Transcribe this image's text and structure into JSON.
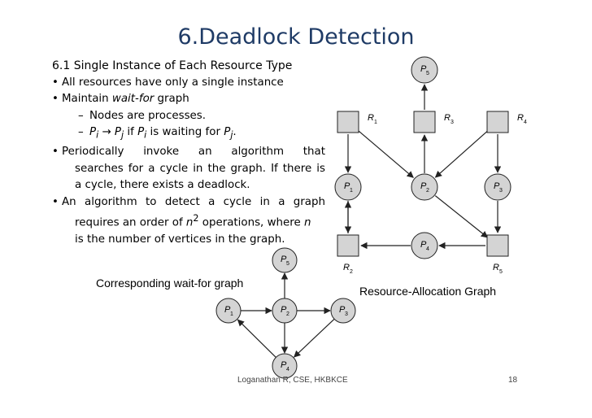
{
  "slide": {
    "title": "6.Deadlock Detection",
    "subtitle": "6.1 Single Instance of Each Resource Type",
    "bullets": {
      "b1": "All resources have only a single instance",
      "b2_pre": "Maintain ",
      "b2_italic": "wait-for",
      "b2_post": " graph",
      "sub1": "Nodes are processes.",
      "sub2_i": "i",
      "sub2_arrow": " → ",
      "sub2_j": "j",
      "sub2_mid": " if ",
      "sub2_waiting": " is waiting for ",
      "b3_l1": "Periodically invoke an algorithm that",
      "b3_l2": "searches for a cycle in the graph. If there is",
      "b3_l3": "a cycle, there exists a deadlock.",
      "b4_l1": "An algorithm to detect a cycle in a graph",
      "b4_l2a": "requires an order of ",
      "b4_l2n": "n",
      "b4_l2sup": "2",
      "b4_l2b": " operations, where ",
      "b4_l2n2": "n",
      "b4_l3": "is the number of vertices in the graph."
    },
    "symbols": {
      "bullet": "•",
      "dash": "–",
      "P": "P"
    },
    "resource_graph_caption": "Resource-Allocation Graph",
    "waitfor_graph_caption": "Corresponding wait-for graph",
    "footer_author": "Loganathan R, CSE, HKBKCE",
    "page_number": "18",
    "colors": {
      "title": "#1f3b66",
      "resource_fill": "#d4d4d4",
      "stroke": "#222222"
    }
  },
  "resource_graph": {
    "processes": [
      {
        "id": "P5",
        "letter": "P",
        "sub": "5"
      },
      {
        "id": "P1",
        "letter": "P",
        "sub": "1"
      },
      {
        "id": "P2",
        "letter": "P",
        "sub": "2"
      },
      {
        "id": "P3",
        "letter": "P",
        "sub": "3"
      },
      {
        "id": "P4",
        "letter": "P",
        "sub": "4"
      }
    ],
    "resources": [
      {
        "id": "R1",
        "letter": "R",
        "sub": "1"
      },
      {
        "id": "R3",
        "letter": "R",
        "sub": "3"
      },
      {
        "id": "R4",
        "letter": "R",
        "sub": "4"
      },
      {
        "id": "R2",
        "letter": "R",
        "sub": "2"
      },
      {
        "id": "R5",
        "letter": "R",
        "sub": "5"
      }
    ],
    "edges": [
      [
        "R1",
        "P1"
      ],
      [
        "R1",
        "P2"
      ],
      [
        "R3",
        "P5"
      ],
      [
        "P2",
        "R3"
      ],
      [
        "R4",
        "P2"
      ],
      [
        "R4",
        "P3"
      ],
      [
        "P3",
        "R5"
      ],
      [
        "R5",
        "P4"
      ],
      [
        "P4",
        "R2"
      ],
      [
        "R2",
        "P1"
      ],
      [
        "P2",
        "R5"
      ],
      [
        "P1",
        "R2"
      ]
    ]
  },
  "waitfor_graph": {
    "processes": [
      {
        "id": "P5",
        "letter": "P",
        "sub": "5"
      },
      {
        "id": "P1",
        "letter": "P",
        "sub": "1"
      },
      {
        "id": "P2",
        "letter": "P",
        "sub": "2"
      },
      {
        "id": "P3",
        "letter": "P",
        "sub": "3"
      },
      {
        "id": "P4",
        "letter": "P",
        "sub": "4"
      }
    ],
    "edges": [
      [
        "P1",
        "P2"
      ],
      [
        "P2",
        "P3"
      ],
      [
        "P2",
        "P5"
      ],
      [
        "P2",
        "P4"
      ],
      [
        "P3",
        "P4"
      ],
      [
        "P4",
        "P1"
      ]
    ]
  }
}
